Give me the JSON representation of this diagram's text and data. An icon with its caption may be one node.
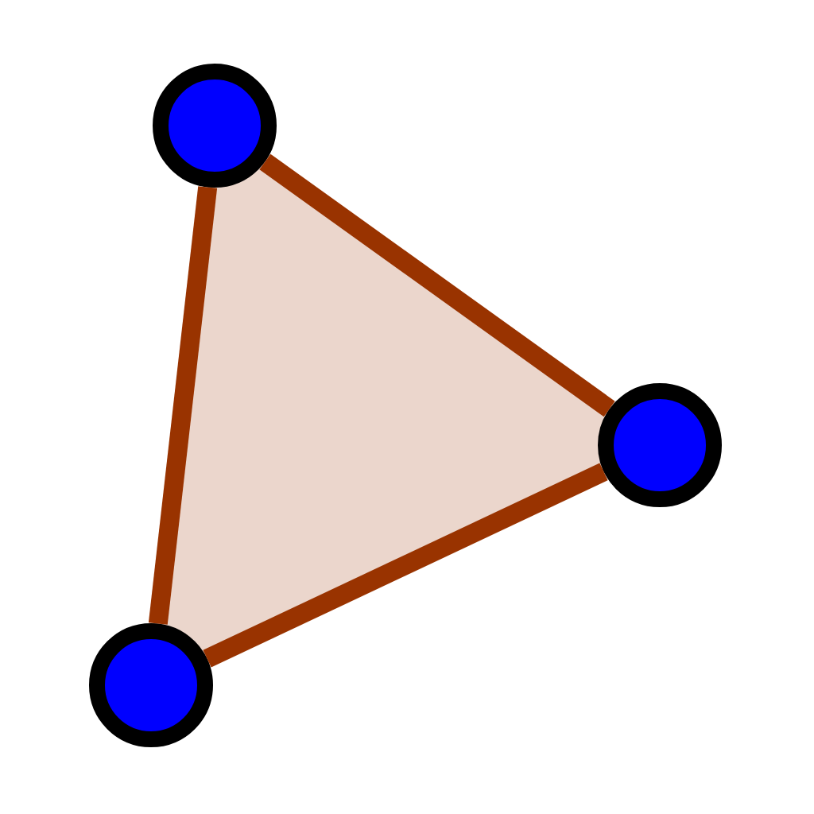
{
  "diagram": {
    "nodes": [
      {
        "text": [],
        "shape": "circle"
      },
      {
        "text": [],
        "shape": "circle"
      },
      {
        "text": [],
        "shape": "circle"
      }
    ],
    "edges": [
      {
        "from": 0,
        "to": 1,
        "arrow": "none"
      },
      {
        "from": 1,
        "to": 2,
        "arrow": "none"
      },
      {
        "from": 2,
        "to": 0,
        "arrow": "none"
      }
    ]
  }
}
